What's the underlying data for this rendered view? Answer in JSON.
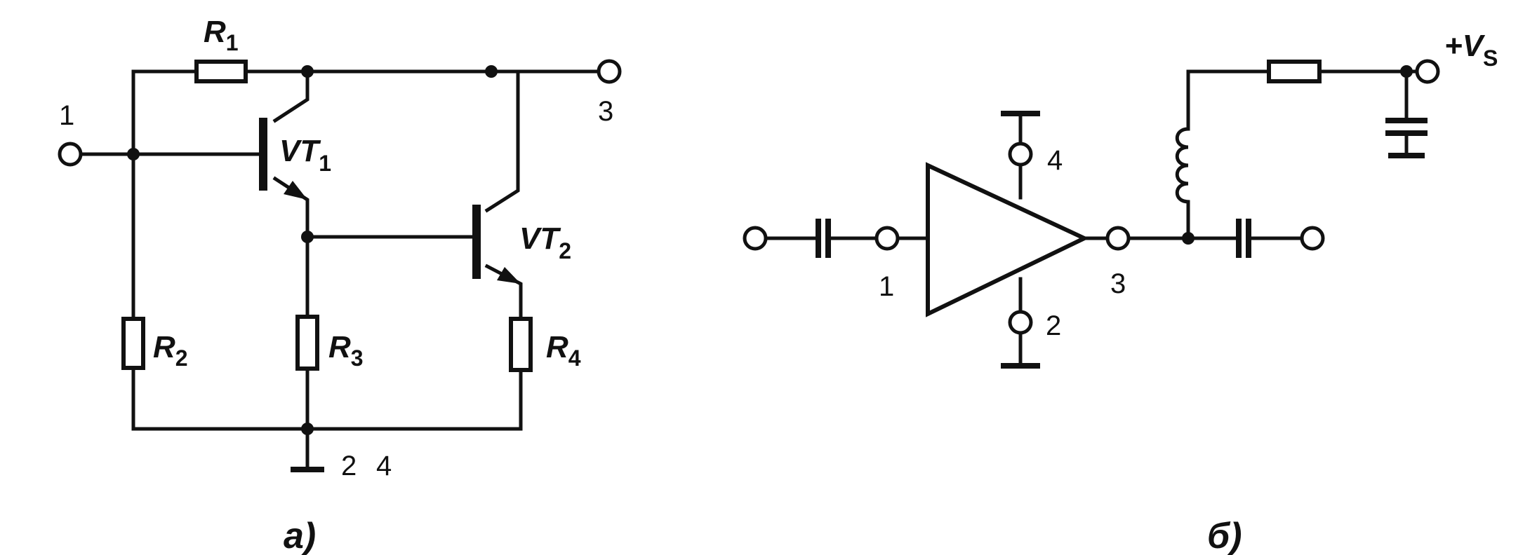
{
  "diagram_a": {
    "caption": "а)",
    "resistors": [
      {
        "name": "R",
        "sub": "1"
      },
      {
        "name": "R",
        "sub": "2"
      },
      {
        "name": "R",
        "sub": "3"
      },
      {
        "name": "R",
        "sub": "4"
      }
    ],
    "transistors": [
      {
        "name": "VT",
        "sub": "1"
      },
      {
        "name": "VT",
        "sub": "2"
      }
    ],
    "terminals": {
      "input": "1",
      "output": "3",
      "ground_2": "2",
      "ground_4": "4"
    }
  },
  "diagram_b": {
    "caption": "б)",
    "terminals": {
      "input": "1",
      "output": "3",
      "top": "4",
      "bottom": "2"
    },
    "supply": {
      "prefix": "+V",
      "sub": "S"
    }
  }
}
